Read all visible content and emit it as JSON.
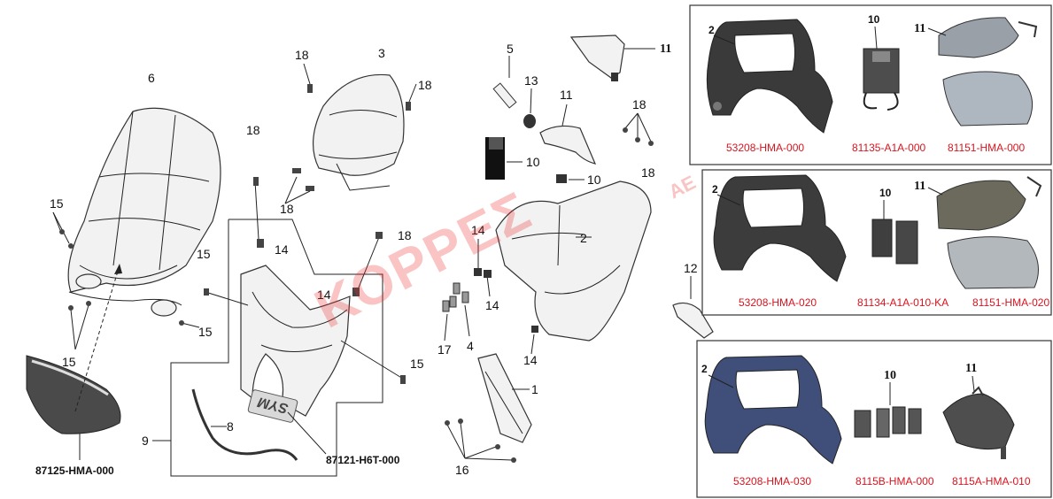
{
  "callouts": {
    "c6": "6",
    "c3": "3",
    "c18a": "18",
    "c18b": "18",
    "c18c": "18",
    "c18d": "18",
    "c18e": "18",
    "c18f": "18",
    "c18g": "18",
    "c15a": "15",
    "c15b": "15",
    "c15c": "15",
    "c15d": "15",
    "c15e": "15",
    "c14a": "14",
    "c14b": "14",
    "c14c": "14",
    "c14d": "14",
    "c14e": "14",
    "c5": "5",
    "c13": "13",
    "c11a": "11",
    "c11b": "11",
    "c10a": "10",
    "c10b": "10",
    "c2": "2",
    "c12": "12",
    "c17": "17",
    "c4": "4",
    "c1": "1",
    "c16": "16",
    "c8": "8",
    "c9": "9"
  },
  "part_codes": {
    "visor": "87125-HMA-000",
    "emblem": "87121-H6T-000"
  },
  "emblem_text": "SYM",
  "watermark": {
    "main": "ΚΟΡΡΕΣ",
    "suffix": "ΑΕ"
  },
  "panels": [
    {
      "labels": {
        "a": "2",
        "b": "10",
        "c": "11"
      },
      "codes": [
        "53208-HMA-000",
        "81135-A1A-000",
        "81151-HMA-000"
      ],
      "color": "#3a3a3a"
    },
    {
      "labels": {
        "a": "2",
        "b": "10",
        "c": "11"
      },
      "codes": [
        "53208-HMA-020",
        "81134-A1A-010-KA",
        "81151-HMA-020"
      ],
      "color": "#3c3c3c"
    },
    {
      "labels": {
        "a": "2",
        "b": "10",
        "c": "11"
      },
      "codes": [
        "53208-HMA-030",
        "8115B-HMA-000",
        "8115A-HMA-010"
      ],
      "color": "#3f4f7a"
    }
  ],
  "colors": {
    "code_red": "#d8141e",
    "watermark_red": "#ee2b2b"
  }
}
